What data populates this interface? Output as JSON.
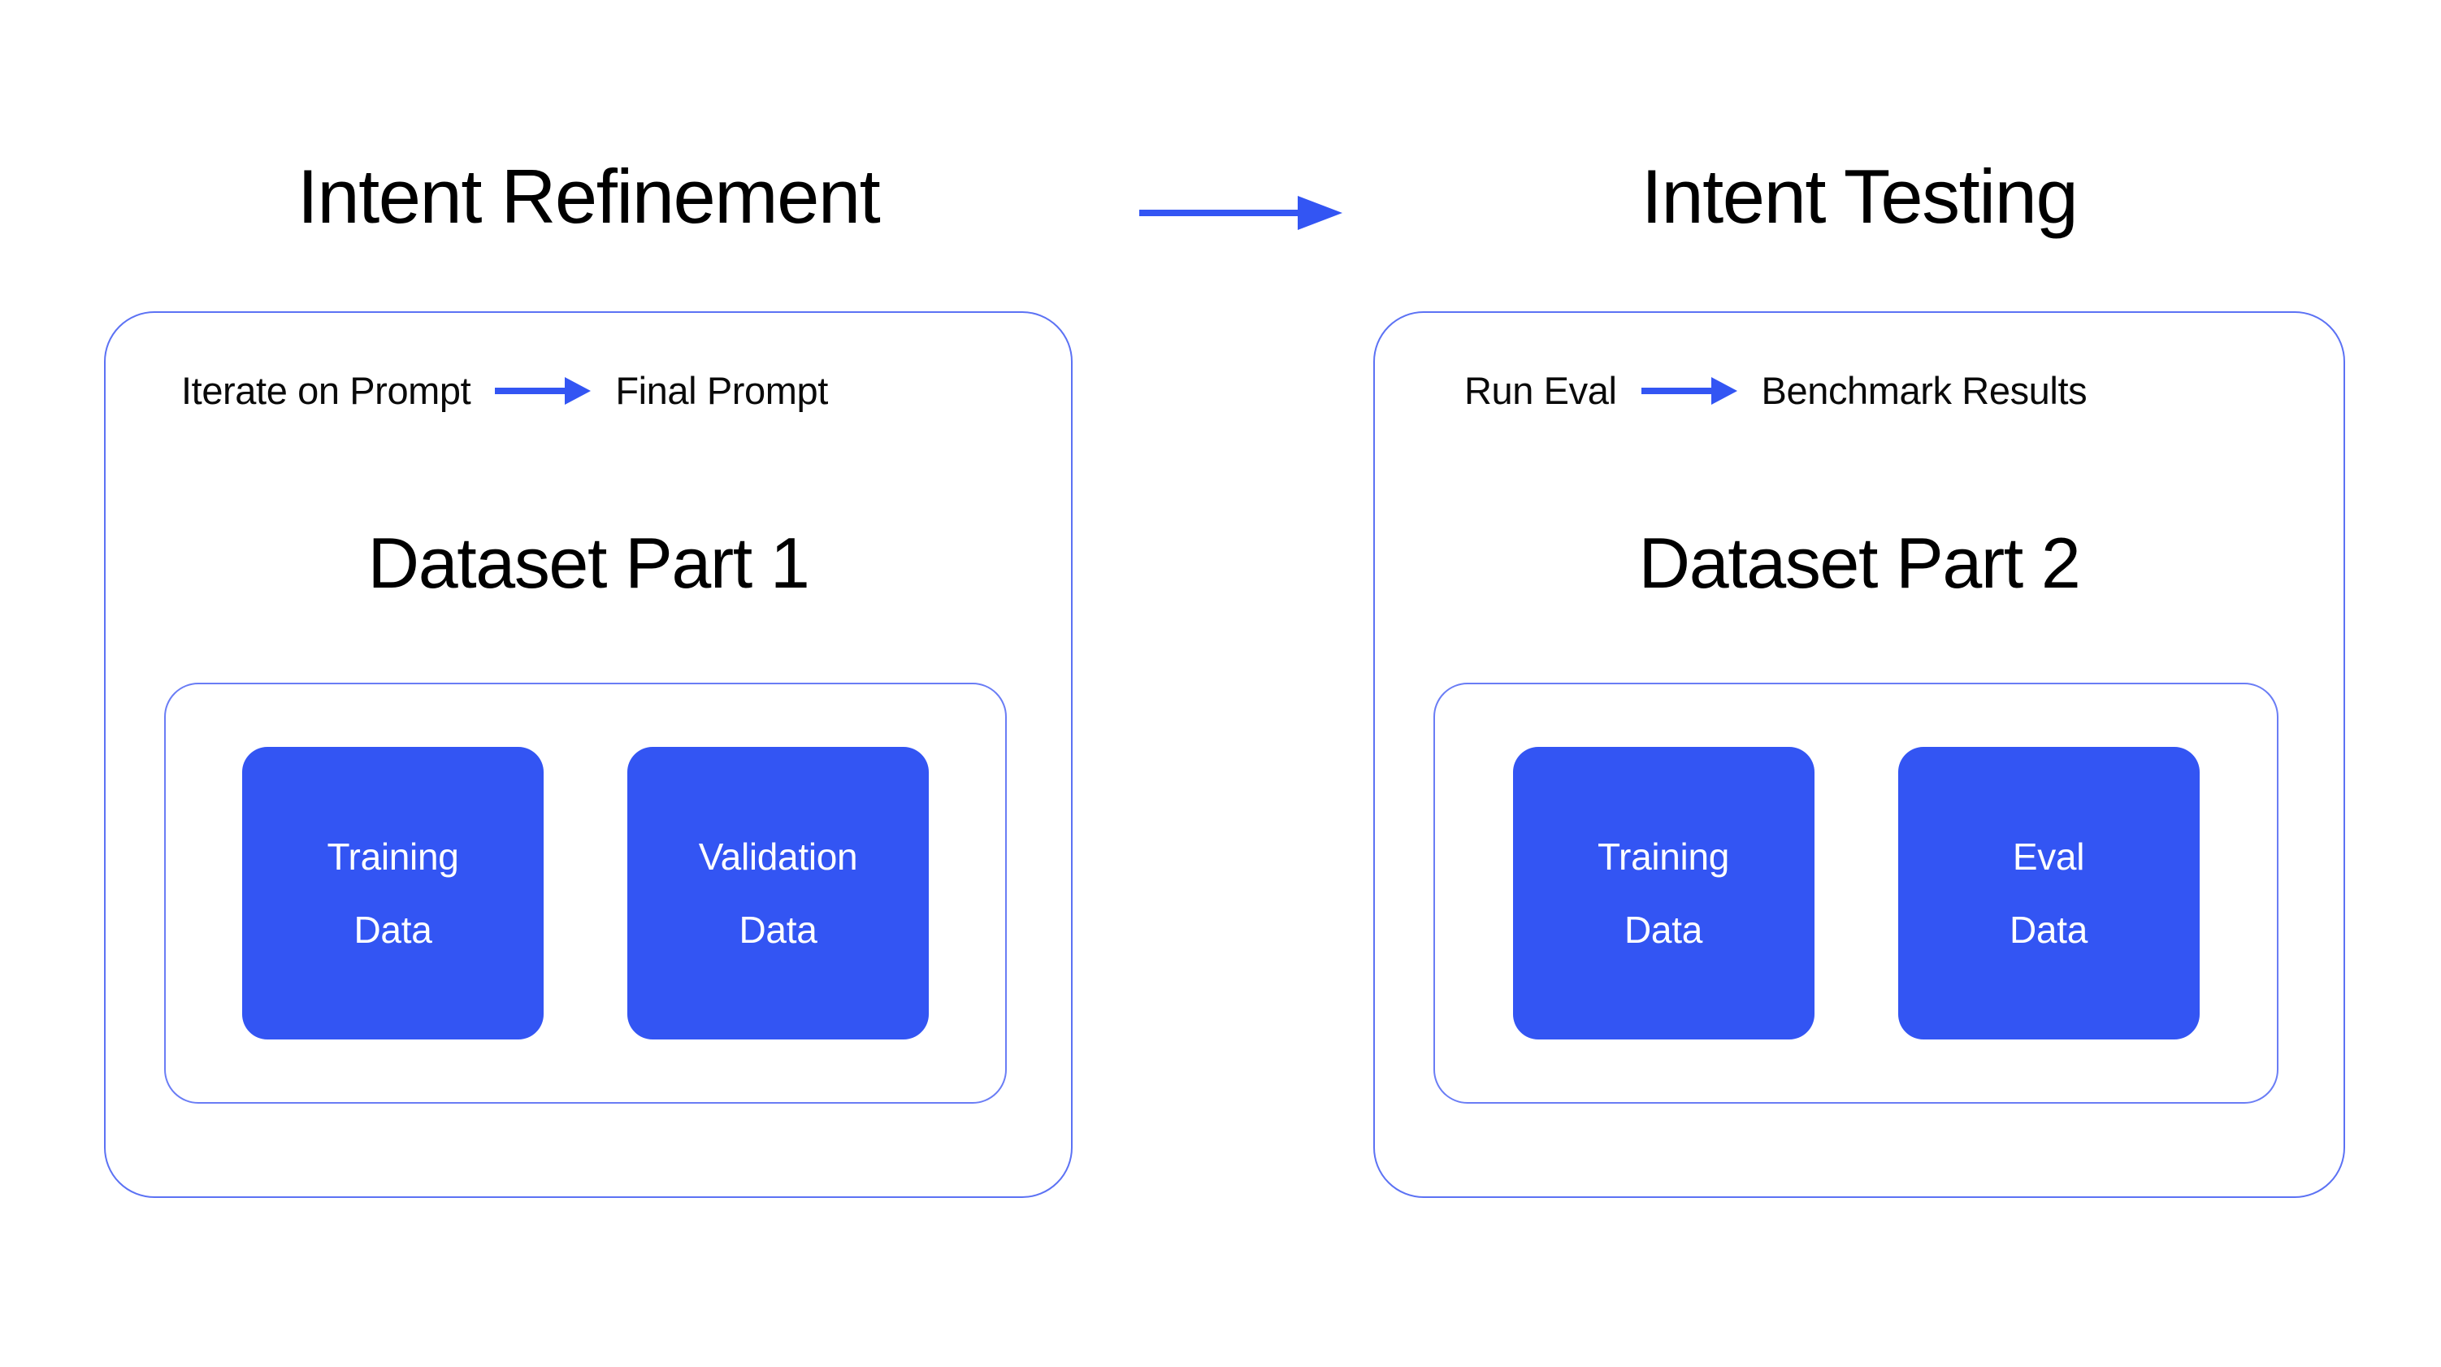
{
  "colors": {
    "accent": "#3355f3",
    "card_border": "#5c72f4",
    "inner_border": "#6a7df5",
    "text": "#000000",
    "tile_text": "#ffffff",
    "background": "#ffffff"
  },
  "stage_arrow": {
    "icon": "arrow-right-icon",
    "direction": "right"
  },
  "stages": [
    {
      "title": "Intent Refinement",
      "flow": {
        "from_label": "Iterate on Prompt",
        "arrow_icon": "arrow-right-icon",
        "to_label": "Final Prompt"
      },
      "dataset_title": "Dataset Part 1",
      "tiles": [
        {
          "line1": "Training",
          "line2": "Data"
        },
        {
          "line1": "Validation",
          "line2": "Data"
        }
      ]
    },
    {
      "title": "Intent Testing",
      "flow": {
        "from_label": "Run Eval",
        "arrow_icon": "arrow-right-icon",
        "to_label": "Benchmark Results"
      },
      "dataset_title": "Dataset Part 2",
      "tiles": [
        {
          "line1": "Training",
          "line2": "Data"
        },
        {
          "line1": "Eval",
          "line2": "Data"
        }
      ]
    }
  ]
}
